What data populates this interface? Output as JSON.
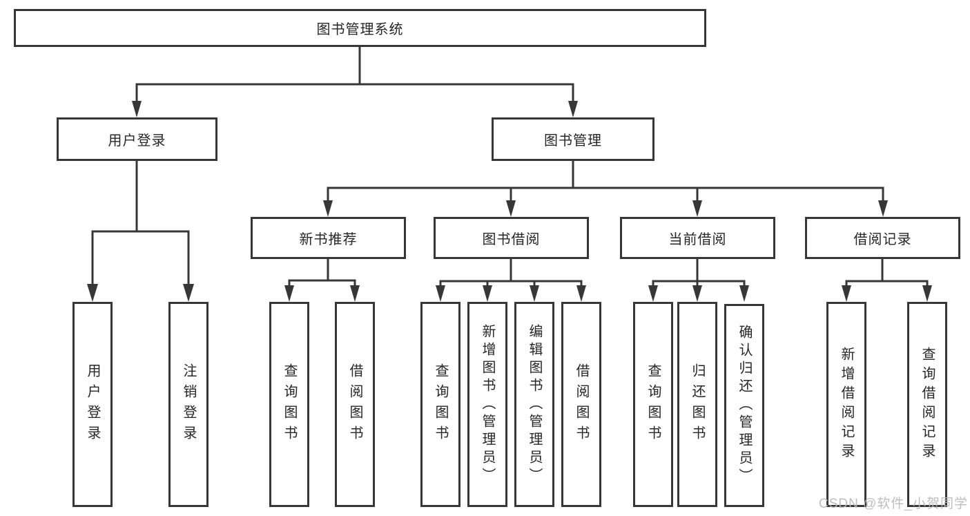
{
  "diagram": {
    "root": {
      "label": "图书管理系统"
    },
    "level2": [
      {
        "label": "用户登录"
      },
      {
        "label": "图书管理"
      }
    ],
    "level3": [
      {
        "label": "新书推荐"
      },
      {
        "label": "图书借阅"
      },
      {
        "label": "当前借阅"
      },
      {
        "label": "借阅记录"
      }
    ],
    "leaves": {
      "user": [
        {
          "label": "用户登录"
        },
        {
          "label": "注销登录"
        }
      ],
      "recommend": [
        {
          "label": "查询图书"
        },
        {
          "label": "借阅图书"
        }
      ],
      "borrow": [
        {
          "label": "查询图书"
        },
        {
          "label": "新增图书（管理员）"
        },
        {
          "label": "编辑图书（管理员）"
        },
        {
          "label": "借阅图书"
        }
      ],
      "current": [
        {
          "label": "查询图书"
        },
        {
          "label": "归还图书"
        },
        {
          "label": "确认归还（管理员）"
        }
      ],
      "records": [
        {
          "label": "新增借阅记录"
        },
        {
          "label": "查询借阅记录"
        }
      ]
    }
  },
  "watermark": {
    "text": "CSDN @软件_小贺同学"
  },
  "colors": {
    "line": "#373737",
    "text": "#262626",
    "background": "#ffffff",
    "watermark": "#b9b9b9"
  }
}
